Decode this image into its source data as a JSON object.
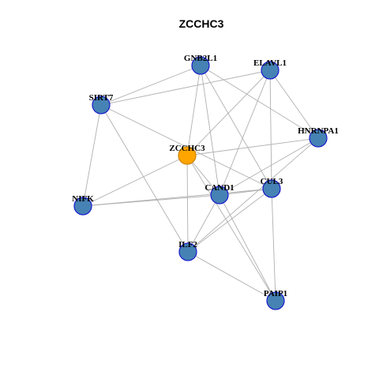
{
  "title": "ZCCHC3",
  "colors": {
    "node_fill": "#4682b4",
    "node_stroke": "#1a1acd",
    "center_fill": "#ffa500",
    "center_stroke": "#cc8400",
    "edge": "#b0b0b0"
  },
  "nodes": [
    {
      "id": "GNB2L1",
      "label": "GNB2L1",
      "center": false
    },
    {
      "id": "ELAVL1",
      "label": "ELAVL1",
      "center": false
    },
    {
      "id": "SIRT7",
      "label": "SIRT7",
      "center": false
    },
    {
      "id": "HNRNPA1",
      "label": "HNRNPA1",
      "center": false
    },
    {
      "id": "ZCCHC3",
      "label": "ZCCHC3",
      "center": true
    },
    {
      "id": "CAND1",
      "label": "CAND1",
      "center": false
    },
    {
      "id": "CUL3",
      "label": "CUL3",
      "center": false
    },
    {
      "id": "NIFK",
      "label": "NIFK",
      "center": false
    },
    {
      "id": "ILF2",
      "label": "ILF2",
      "center": false
    },
    {
      "id": "PAIP1",
      "label": "PAIP1",
      "center": false
    }
  ],
  "edges": [
    [
      "GNB2L1",
      "SIRT7"
    ],
    [
      "GNB2L1",
      "ZCCHC3"
    ],
    [
      "GNB2L1",
      "CAND1"
    ],
    [
      "GNB2L1",
      "CUL3"
    ],
    [
      "GNB2L1",
      "HNRNPA1"
    ],
    [
      "ELAVL1",
      "SIRT7"
    ],
    [
      "ELAVL1",
      "ZCCHC3"
    ],
    [
      "ELAVL1",
      "CAND1"
    ],
    [
      "ELAVL1",
      "CUL3"
    ],
    [
      "ELAVL1",
      "HNRNPA1"
    ],
    [
      "SIRT7",
      "NIFK"
    ],
    [
      "SIRT7",
      "ILF2"
    ],
    [
      "SIRT7",
      "CUL3"
    ],
    [
      "HNRNPA1",
      "ZCCHC3"
    ],
    [
      "HNRNPA1",
      "CAND1"
    ],
    [
      "HNRNPA1",
      "ILF2"
    ],
    [
      "ZCCHC3",
      "NIFK"
    ],
    [
      "ZCCHC3",
      "CAND1"
    ],
    [
      "ZCCHC3",
      "ILF2"
    ],
    [
      "ZCCHC3",
      "PAIP1"
    ],
    [
      "CAND1",
      "NIFK"
    ],
    [
      "CAND1",
      "CUL3"
    ],
    [
      "CAND1",
      "ILF2"
    ],
    [
      "CAND1",
      "PAIP1"
    ],
    [
      "CUL3",
      "NIFK"
    ],
    [
      "CUL3",
      "ILF2"
    ],
    [
      "CUL3",
      "PAIP1"
    ],
    [
      "ILF2",
      "PAIP1"
    ]
  ]
}
